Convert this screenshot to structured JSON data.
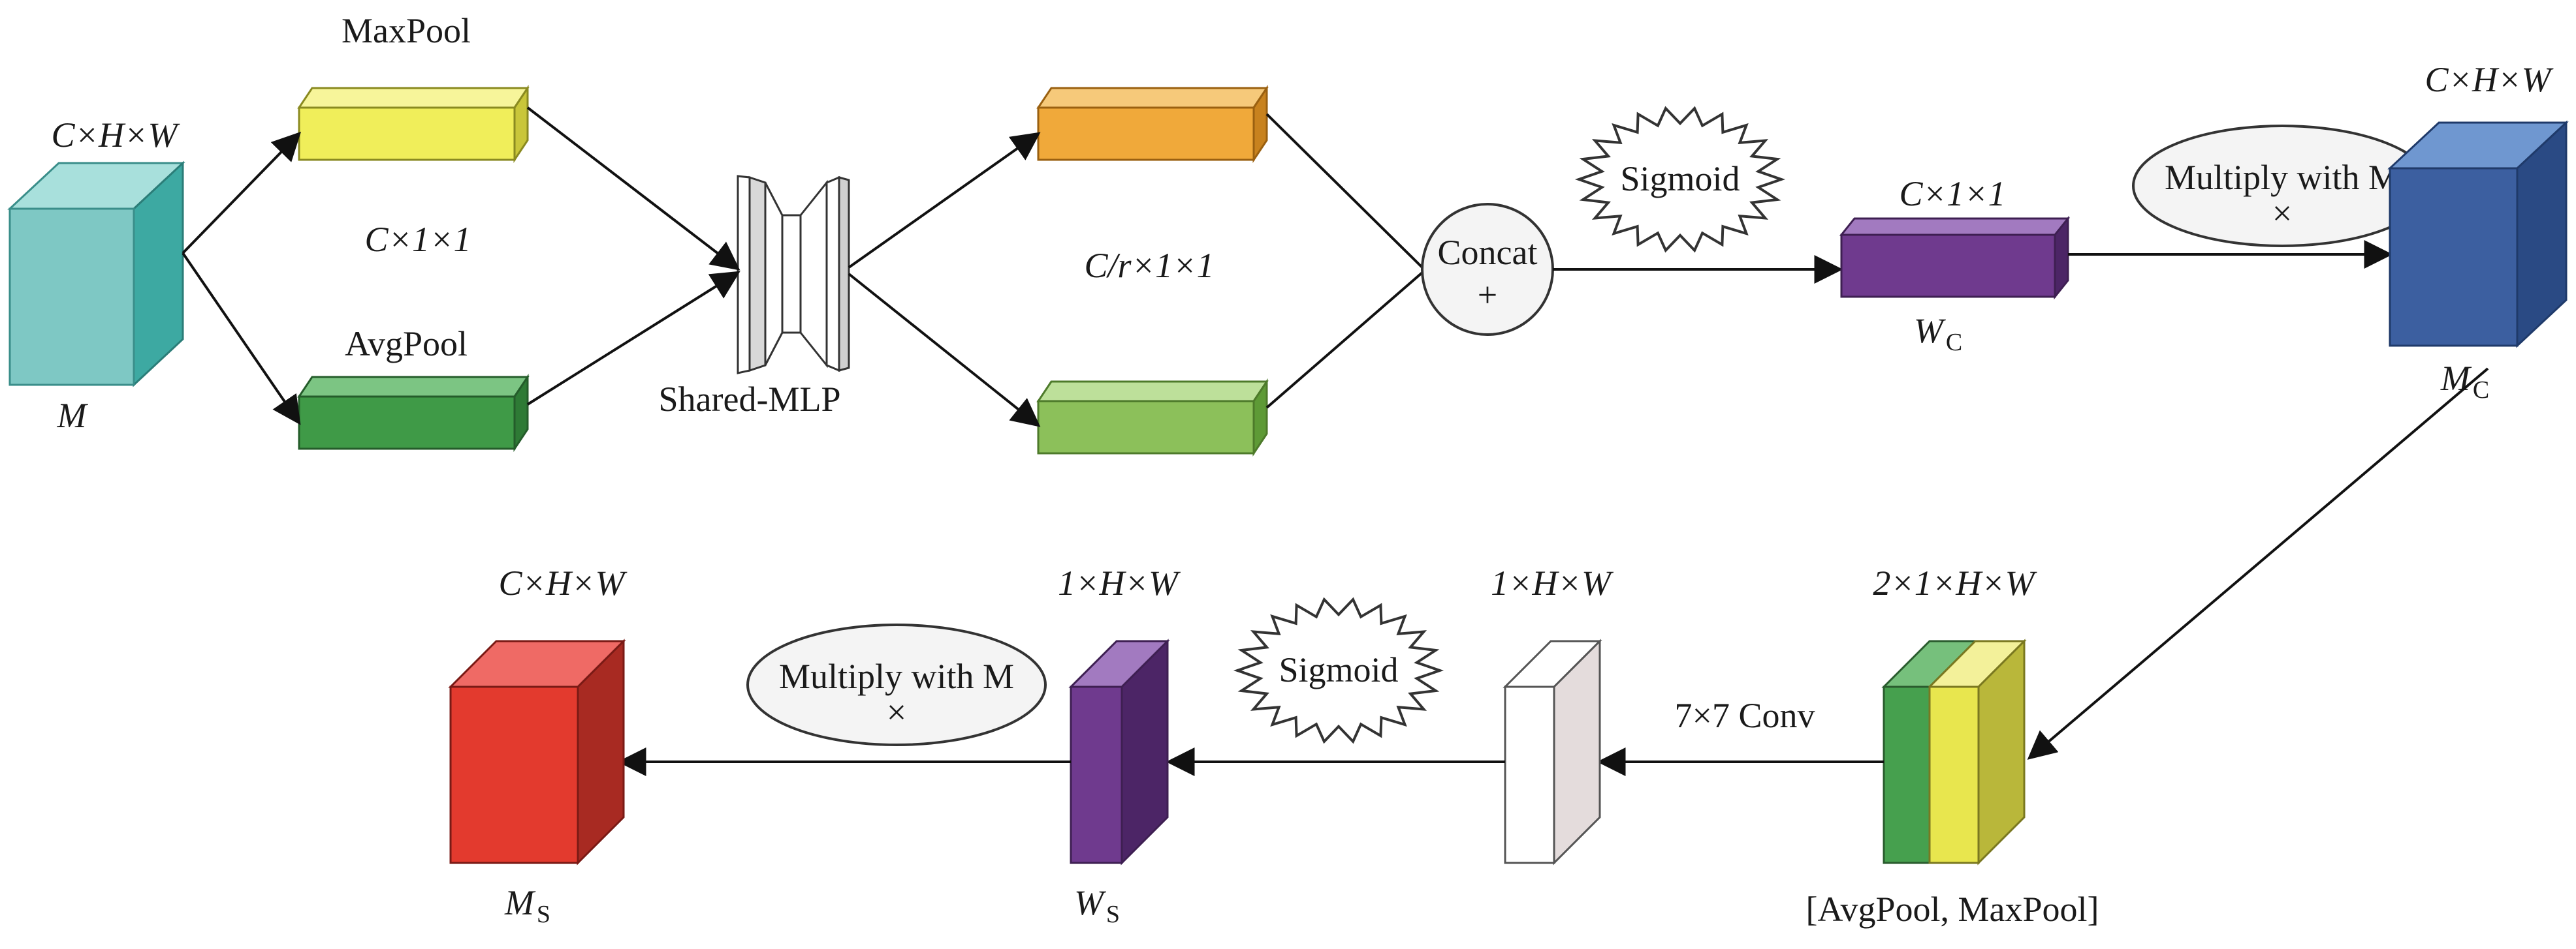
{
  "top_row": {
    "input_dims": "C×H×W",
    "input_name": "M",
    "maxpool_label": "MaxPool",
    "pool_dims": "C×1×1",
    "avgpool_label": "AvgPool",
    "mlp_label": "Shared-MLP",
    "reduced_dims": "C/r×1×1",
    "concat_label": "Concat",
    "concat_op": "+",
    "sigmoid_label": "Sigmoid",
    "weight_dims": "C×1×1",
    "weight_name": "W",
    "weight_sub": "C",
    "multiply_label": "Multiply with M",
    "multiply_op": "×",
    "output_dims": "C×H×W",
    "output_name": "M",
    "output_sub": "C"
  },
  "bottom_row": {
    "pooled_dims": "2×1×H×W",
    "pooled_caption": "[AvgPool, MaxPool]",
    "conv_label": "7×7 Conv",
    "conv_out_dims": "1×H×W",
    "sigmoid_label": "Sigmoid",
    "weight_dims": "1×H×W",
    "weight_name": "W",
    "weight_sub": "S",
    "multiply_label": "Multiply with M",
    "multiply_op": "×",
    "output_dims": "C×H×W",
    "output_name": "M",
    "output_sub": "S"
  },
  "colors": {
    "input_cube": "#7ec8c4",
    "maxpool": "#f0ee5a",
    "avgpool": "#3f9a47",
    "mlp_out_top": "#f0a93a",
    "mlp_out_bottom": "#8cc05a",
    "channel_weight": "#6f3a8e",
    "channel_output": "#3c5fa0",
    "spatial_pool_green": "#46a04e",
    "spatial_pool_yellow": "#e8e64e",
    "spatial_conv": "#ffffff",
    "spatial_weight": "#6f3a8e",
    "spatial_output": "#e33a2e"
  }
}
